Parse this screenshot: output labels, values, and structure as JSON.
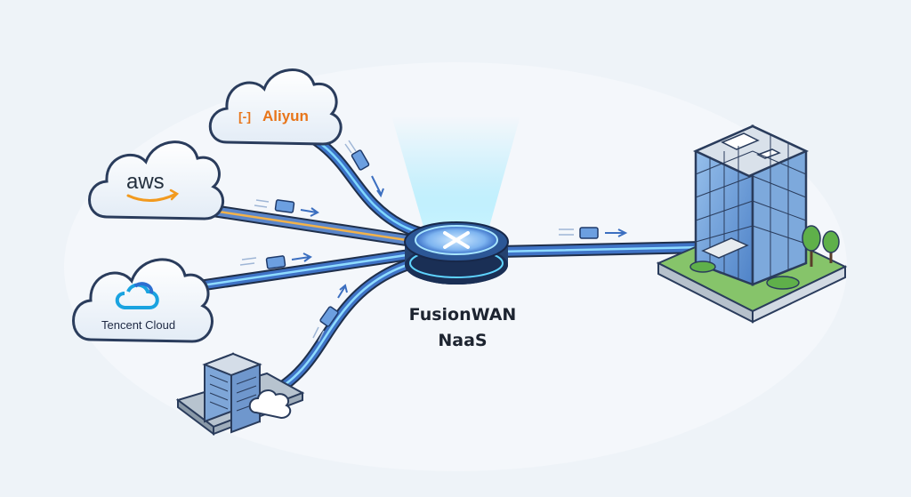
{
  "hub": {
    "title_line1": "FusionWAN",
    "title_line2": "NaaS"
  },
  "clouds": {
    "aliyun": {
      "label": "Aliyun",
      "logo_glyph": "[-]",
      "color": "#e8751a"
    },
    "aws": {
      "label": "aws",
      "color": "#232f3e",
      "smile_color": "#f29a1f"
    },
    "tencent": {
      "label": "Tencent Cloud",
      "color": "#1f2a44",
      "logo_color": "#1aa3e0"
    }
  },
  "colors": {
    "link_blue": "#2f63b8",
    "glow": "#5fd4ff",
    "building_glass": "#6f9fd8",
    "lawn": "#86c46a",
    "accent_orange": "#f0a43a"
  }
}
